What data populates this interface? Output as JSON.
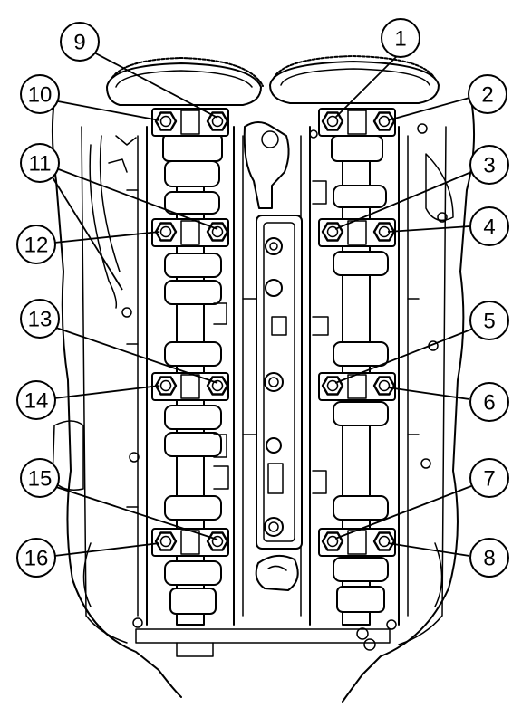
{
  "callouts": [
    {
      "id": "1",
      "label": "1"
    },
    {
      "id": "2",
      "label": "2"
    },
    {
      "id": "3",
      "label": "3"
    },
    {
      "id": "4",
      "label": "4"
    },
    {
      "id": "5",
      "label": "5"
    },
    {
      "id": "6",
      "label": "6"
    },
    {
      "id": "7",
      "label": "7"
    },
    {
      "id": "8",
      "label": "8"
    },
    {
      "id": "9",
      "label": "9"
    },
    {
      "id": "10",
      "label": "10"
    },
    {
      "id": "11",
      "label": "11"
    },
    {
      "id": "12",
      "label": "12"
    },
    {
      "id": "13",
      "label": "13"
    },
    {
      "id": "14",
      "label": "14"
    },
    {
      "id": "15",
      "label": "15"
    },
    {
      "id": "16",
      "label": "16"
    }
  ],
  "colors": {
    "ink": "#000000",
    "paper": "#ffffff"
  }
}
